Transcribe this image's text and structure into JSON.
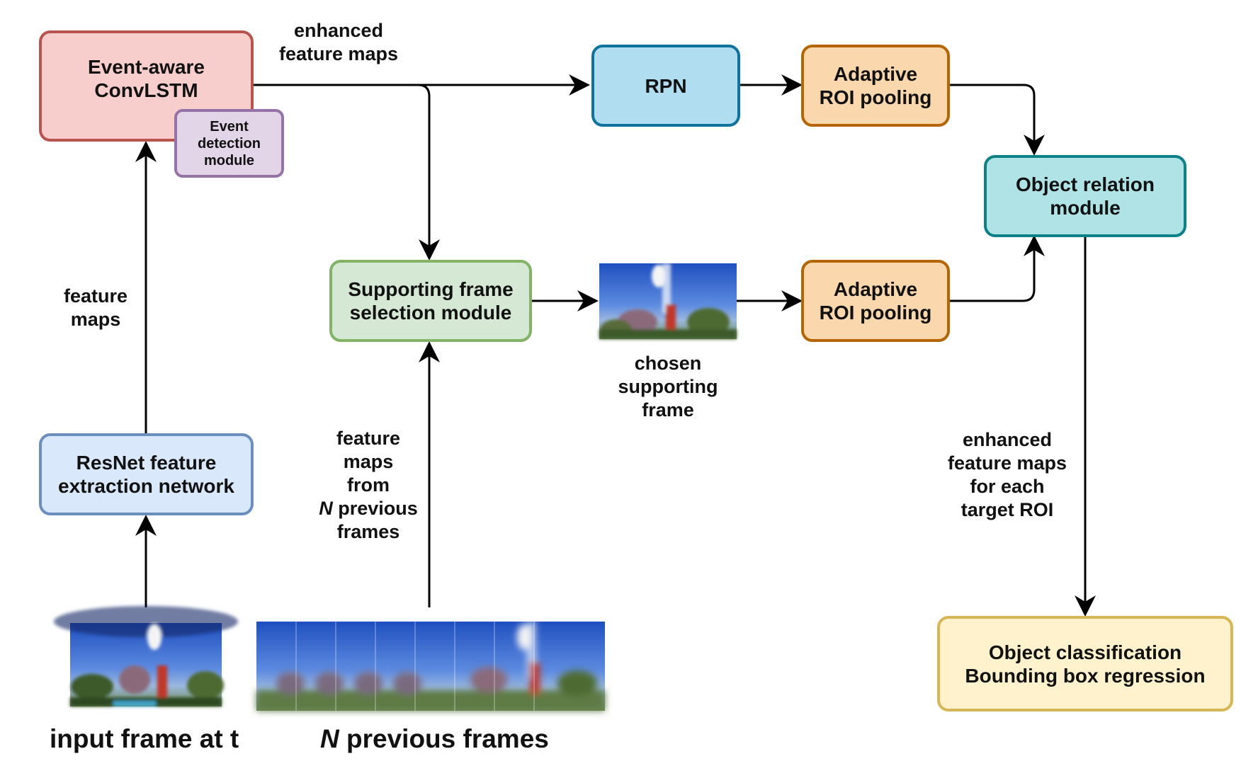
{
  "boxes": {
    "event_aware": {
      "line1": "Event-aware",
      "line2": "ConvLSTM"
    },
    "event_detection": {
      "line1": "Event",
      "line2": "detection",
      "line3": "module"
    },
    "resnet": {
      "line1": "ResNet feature",
      "line2": "extraction network"
    },
    "rpn": {
      "label": "RPN"
    },
    "roi_top": {
      "line1": "Adaptive",
      "line2": "ROI pooling"
    },
    "roi_bottom": {
      "line1": "Adaptive",
      "line2": "ROI pooling"
    },
    "object_relation": {
      "line1": "Object relation",
      "line2": "module"
    },
    "supporting_selection": {
      "line1": "Supporting frame",
      "line2": "selection module"
    },
    "classification": {
      "line1": "Object classification",
      "line2": "Bounding box regression"
    }
  },
  "labels": {
    "enhanced_top": {
      "line1": "enhanced",
      "line2": "feature maps"
    },
    "feature_maps": {
      "line1": "feature",
      "line2": "maps"
    },
    "chosen": {
      "line1": "chosen",
      "line2": "supporting",
      "line3": "frame"
    },
    "feature_from_n": {
      "line1": "feature",
      "line2": "maps",
      "line3": "from",
      "line4_italic": "N",
      "line4_rest": " previous",
      "line5": "frames"
    },
    "enhanced_roi": {
      "line1": "enhanced",
      "line2": "feature maps",
      "line3": "for each",
      "line4": "target ROI"
    }
  },
  "captions": {
    "input_frame": "input frame at t",
    "n_prev_italic": "N",
    "n_prev_rest": " previous frames"
  },
  "colors": {
    "event_aware_fill": "#f8cecc",
    "event_aware_border": "#b85450",
    "event_detection_fill": "#e1d5e7",
    "event_detection_border": "#9673a6",
    "resnet_fill": "#dae8fc",
    "resnet_border": "#6c8ebf",
    "rpn_fill": "#b1ddf0",
    "rpn_border": "#10739e",
    "roi_fill": "#fad7ac",
    "roi_border": "#b46504",
    "relation_fill": "#b0e3e6",
    "relation_border": "#0e8088",
    "support_fill": "#d5e8d4",
    "support_border": "#82b366",
    "classify_fill": "#fff2cc",
    "classify_border": "#d6b656",
    "arrow": "#000000"
  }
}
